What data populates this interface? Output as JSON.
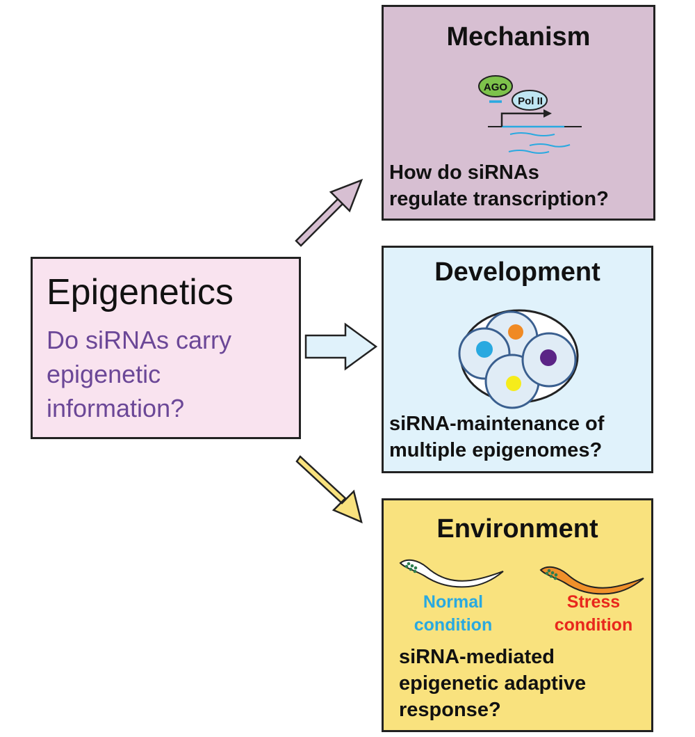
{
  "colors": {
    "epigenetics_fill": "#f9e3ef",
    "mechanism_fill": "#d7bfd2",
    "development_fill": "#e0f2fb",
    "environment_fill": "#f9e27e",
    "purple_text": "#6b4797",
    "arrow_mauve": "#d7bfd2",
    "arrow_lightblue": "#e0f2fb",
    "arrow_yellow": "#f9e27e",
    "blue": "#29a9e0",
    "orange": "#f08a24",
    "purple_nucleus": "#5b2486",
    "yellow_nucleus": "#f6ec1b",
    "ago_green": "#7dc24b",
    "pol_blue": "#bfe6f2",
    "stress_red": "#e8271c",
    "worm_orange": "#f0902a"
  },
  "epigenetics": {
    "title": "Epigenetics",
    "question_lines": [
      "Do siRNAs carry",
      "epigenetic",
      "information?"
    ]
  },
  "mechanism": {
    "title": "Mechanism",
    "ago_label": "AGO",
    "pol_label": "Pol II",
    "question_lines": [
      "How do siRNAs",
      "regulate transcription?"
    ]
  },
  "development": {
    "title": "Development",
    "question_lines": [
      "siRNA-maintenance of",
      "multiple epigenomes?"
    ]
  },
  "environment": {
    "title": "Environment",
    "normal_lines": [
      "Normal",
      "condition"
    ],
    "stress_lines": [
      "Stress",
      "condition"
    ],
    "question_lines": [
      "siRNA-mediated",
      "epigenetic adaptive",
      "response?"
    ]
  }
}
